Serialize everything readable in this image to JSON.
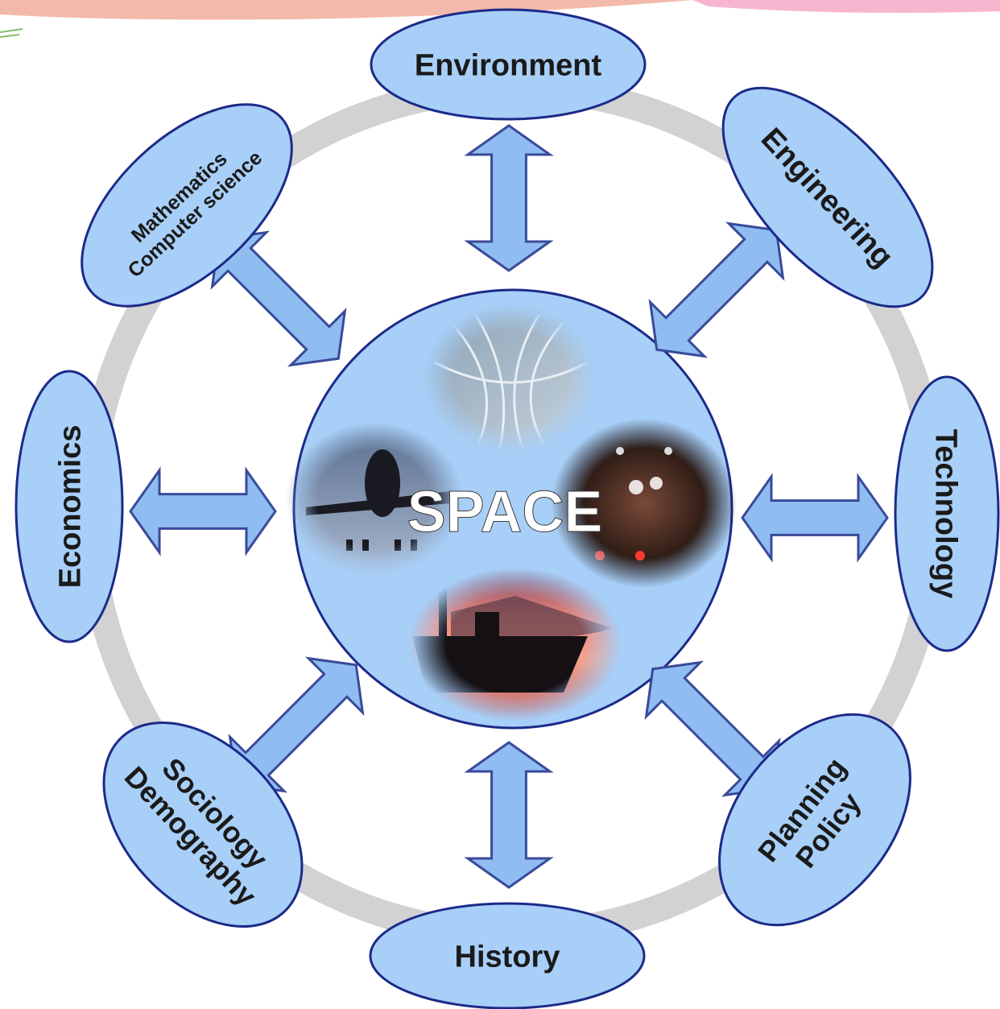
{
  "center": {
    "label": "SPACE"
  },
  "nodes": {
    "environment": [
      "Environment"
    ],
    "engineering": [
      "Engineering"
    ],
    "technology": [
      "Technology"
    ],
    "planning": [
      "Planning",
      "Policy"
    ],
    "history": [
      "History"
    ],
    "sociology": [
      "Sociology",
      "Demography"
    ],
    "economics": [
      "Economics"
    ],
    "mathematics": [
      "Mathematics",
      "Computer science"
    ]
  },
  "colors": {
    "node_fill": "#a8cff7",
    "node_stroke": "#1c2a8a",
    "arrow_fill": "#8fbdf2",
    "ring": "#d2d2d2",
    "center_fill": "#a8cff7",
    "top_band": "#f3b9aa",
    "top_band_right": "#f7b6cf"
  },
  "photos": [
    "power-lines",
    "airplane",
    "traffic-night",
    "ship-sunset"
  ]
}
